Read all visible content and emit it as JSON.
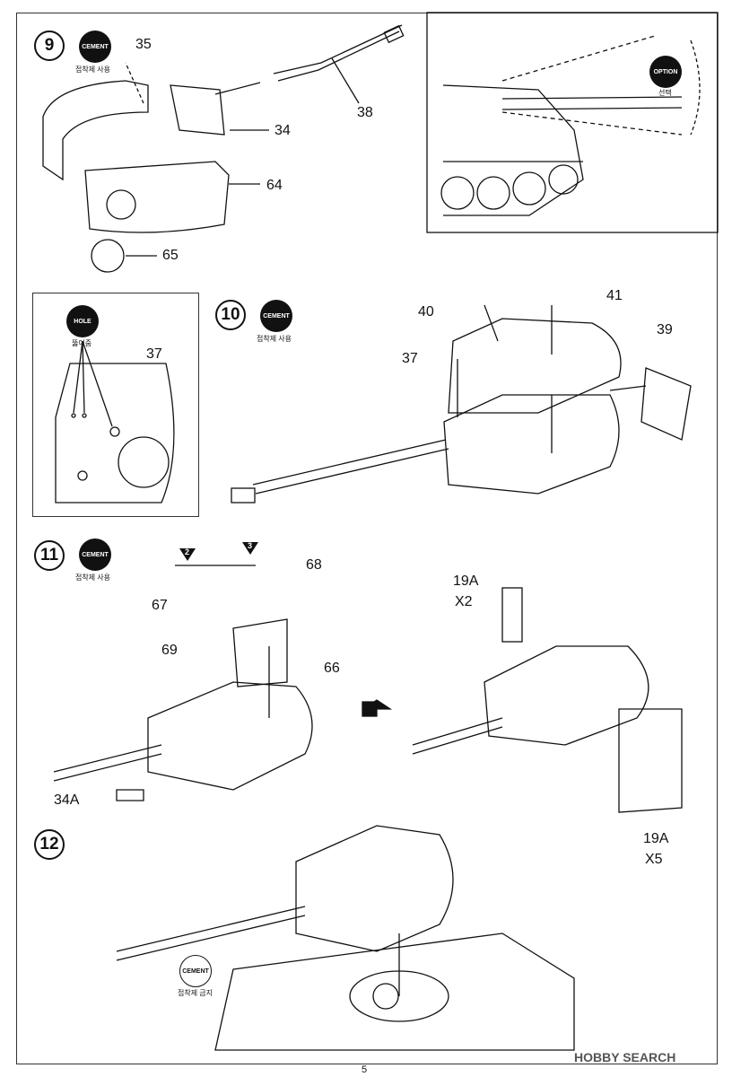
{
  "steps": [
    {
      "number": "9",
      "badge": "CEMENT",
      "badge_caption": "접착제 사용"
    },
    {
      "number": "10",
      "badge": "CEMENT",
      "badge_caption": "접착제 사용"
    },
    {
      "number": "11",
      "badge": "CEMENT",
      "badge_caption": "접착제 사용"
    },
    {
      "number": "12",
      "badge": "CEMENT",
      "badge_caption": "접착제 금지"
    }
  ],
  "option_panel": {
    "badge": "OPTION",
    "caption": "선택"
  },
  "hole_panel": {
    "badge": "HOLE",
    "caption": "뚫어줌",
    "part": "37"
  },
  "parts": {
    "p35": "35",
    "p38": "38",
    "p34": "34",
    "p64": "64",
    "p65": "65",
    "p40": "40",
    "p41": "41",
    "p37": "37",
    "p39": "39",
    "p68": "68",
    "p67": "67",
    "p69": "69",
    "p66": "66",
    "p34a": "34A",
    "p19a_top": "19A",
    "x2": "X2",
    "p19a_bot": "19A",
    "x5": "X5"
  },
  "markers": {
    "m2": "2",
    "m3": "3"
  },
  "page_number": "5",
  "watermark": "HOBBY SEARCH"
}
